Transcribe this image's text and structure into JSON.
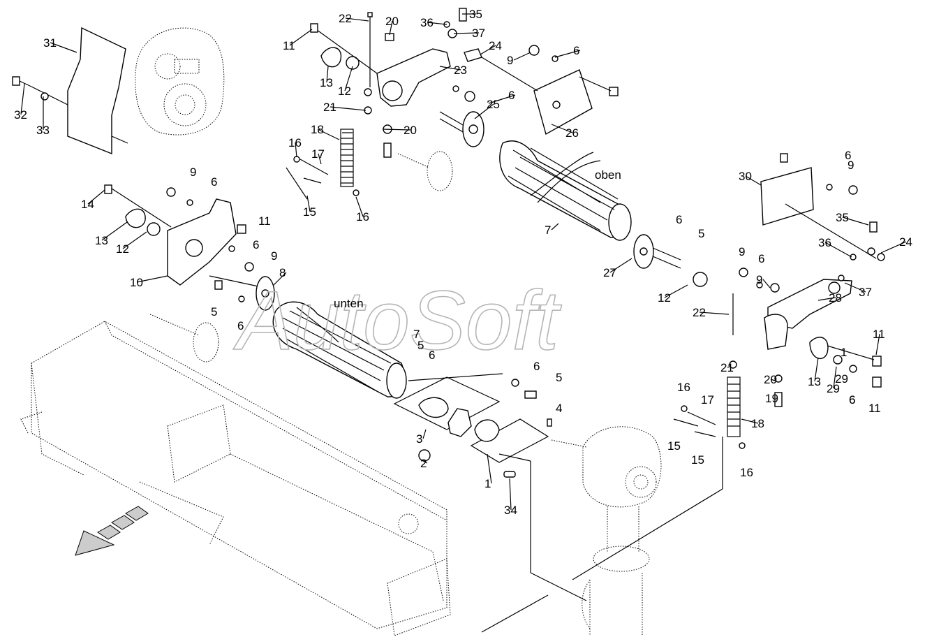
{
  "watermark": "AutoSoft",
  "orientation": {
    "top": "oben",
    "bottom": "unten"
  },
  "callouts": [
    "31",
    "32",
    "33",
    "22",
    "20",
    "36",
    "35",
    "37",
    "11",
    "13",
    "12",
    "24",
    "23",
    "9",
    "6",
    "21",
    "18",
    "5",
    "25",
    "26",
    "16",
    "17",
    "15",
    "19",
    "14",
    "10",
    "8",
    "7",
    "27",
    "30",
    "24",
    "35",
    "36",
    "20",
    "12",
    "22",
    "28",
    "37",
    "11",
    "13",
    "29",
    "21",
    "19",
    "4",
    "3",
    "2",
    "1",
    "34",
    "18"
  ]
}
